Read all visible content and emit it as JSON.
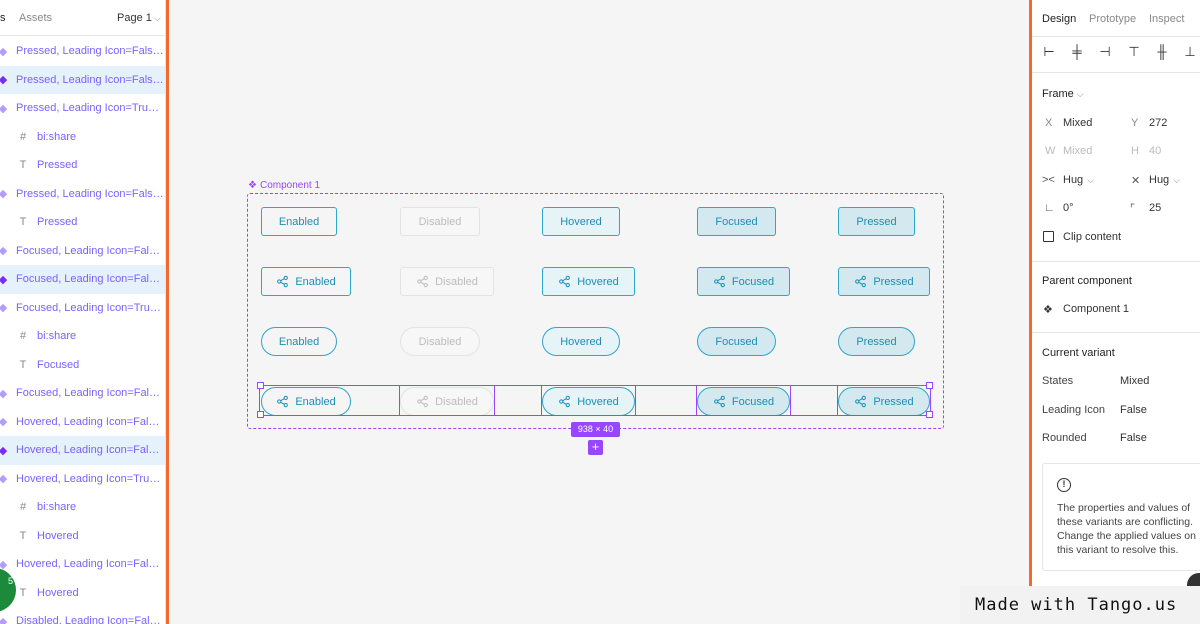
{
  "left_panel": {
    "tab_layers": "s",
    "tab_assets": "Assets",
    "page_selector": "Page 1",
    "layers": [
      {
        "type": "variant",
        "text": "Pressed, Leading Icon=False,...",
        "selected": false
      },
      {
        "type": "variant",
        "text": "Pressed, Leading Icon=False,...",
        "selected": true
      },
      {
        "type": "variant",
        "text": "Pressed, Leading Icon=True, ...",
        "selected": false
      },
      {
        "type": "frame",
        "text": "bi:share",
        "selected": false
      },
      {
        "type": "text",
        "text": "Pressed",
        "selected": false
      },
      {
        "type": "variant",
        "text": "Pressed, Leading Icon=False,...",
        "selected": false
      },
      {
        "type": "text",
        "text": "Pressed",
        "selected": false
      },
      {
        "type": "variant",
        "text": "Focused, Leading Icon=False,...",
        "selected": false
      },
      {
        "type": "variant",
        "text": "Focused, Leading Icon=False,...",
        "selected": true
      },
      {
        "type": "variant",
        "text": "Focused, Leading Icon=True, ...",
        "selected": false
      },
      {
        "type": "frame",
        "text": "bi:share",
        "selected": false
      },
      {
        "type": "text",
        "text": "Focused",
        "selected": false
      },
      {
        "type": "variant",
        "text": "Focused, Leading Icon=False,...",
        "selected": false
      },
      {
        "type": "variant",
        "text": "Hovered, Leading Icon=False,...",
        "selected": false
      },
      {
        "type": "variant",
        "text": "Hovered, Leading Icon=False,...",
        "selected": true
      },
      {
        "type": "variant",
        "text": "Hovered, Leading Icon=True, ...",
        "selected": false
      },
      {
        "type": "frame",
        "text": "bi:share",
        "selected": false
      },
      {
        "type": "text",
        "text": "Hovered",
        "selected": false
      },
      {
        "type": "variant",
        "text": "Hovered, Leading Icon=False,...",
        "selected": false
      },
      {
        "type": "text",
        "text": "Hovered",
        "selected": false
      },
      {
        "type": "variant",
        "text": "Disabled, Leading Icon=False,...",
        "selected": false
      }
    ],
    "badge": "5"
  },
  "canvas": {
    "component_label": "Component 1",
    "size_tag": "938 × 40",
    "add_variant": "+",
    "rows": [
      {
        "style": "rect",
        "icon": false,
        "buttons": [
          "Enabled",
          "Disabled",
          "Hovered",
          "Focused",
          "Pressed"
        ]
      },
      {
        "style": "rect",
        "icon": true,
        "buttons": [
          "Enabled",
          "Disabled",
          "Hovered",
          "Focused",
          "Pressed"
        ]
      },
      {
        "style": "round",
        "icon": false,
        "buttons": [
          "Enabled",
          "Disabled",
          "Hovered",
          "Focused",
          "Pressed"
        ]
      },
      {
        "style": "round",
        "icon": true,
        "buttons": [
          "Enabled",
          "Disabled",
          "Hovered",
          "Focused",
          "Pressed"
        ]
      }
    ]
  },
  "right_panel": {
    "tabs": {
      "design": "Design",
      "prototype": "Prototype",
      "inspect": "Inspect"
    },
    "frame": {
      "title": "Frame",
      "x_label": "X",
      "x_value": "Mixed",
      "y_label": "Y",
      "y_value": "272",
      "w_label": "W",
      "w_value": "Mixed",
      "h_label": "H",
      "h_value": "40",
      "hug_h": "Hug",
      "hug_v": "Hug",
      "rotation": "0°",
      "radius": "25",
      "clip_content": "Clip content"
    },
    "parent_component": {
      "title": "Parent component",
      "name": "Component 1"
    },
    "current_variant": {
      "title": "Current variant",
      "props": [
        {
          "label": "States",
          "value": "Mixed"
        },
        {
          "label": "Leading Icon",
          "value": "False"
        },
        {
          "label": "Rounded",
          "value": "False"
        }
      ]
    },
    "info_text": "The properties and values of these variants are conflicting. Change the applied values on this variant to resolve this."
  },
  "watermark": "Made with Tango.us"
}
